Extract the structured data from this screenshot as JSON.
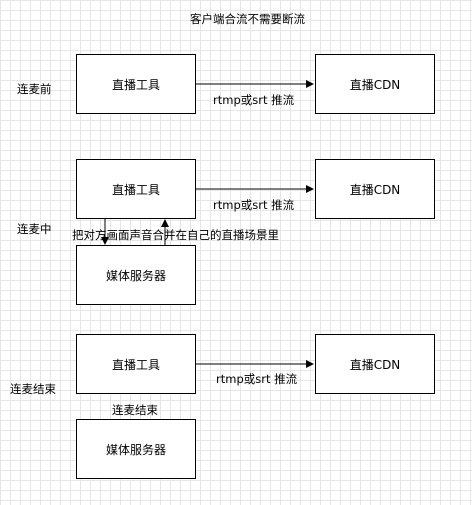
{
  "title": "客户端合流不需要断流",
  "stages": [
    {
      "label": "连麦前",
      "tool": "直播工具",
      "cdn": "直播CDN",
      "push_label": "rtmp或srt 推流"
    },
    {
      "label": "连麦中",
      "tool": "直播工具",
      "cdn": "直播CDN",
      "push_label": "rtmp或srt 推流",
      "media_server": "媒体服务器",
      "merge_note": "把对方画面声音合并在自己的直播场景里"
    },
    {
      "label": "连麦结束",
      "tool": "直播工具",
      "cdn": "直播CDN",
      "push_label": "rtmp或srt 推流",
      "media_server": "媒体服务器",
      "end_note": "连麦结束"
    }
  ]
}
